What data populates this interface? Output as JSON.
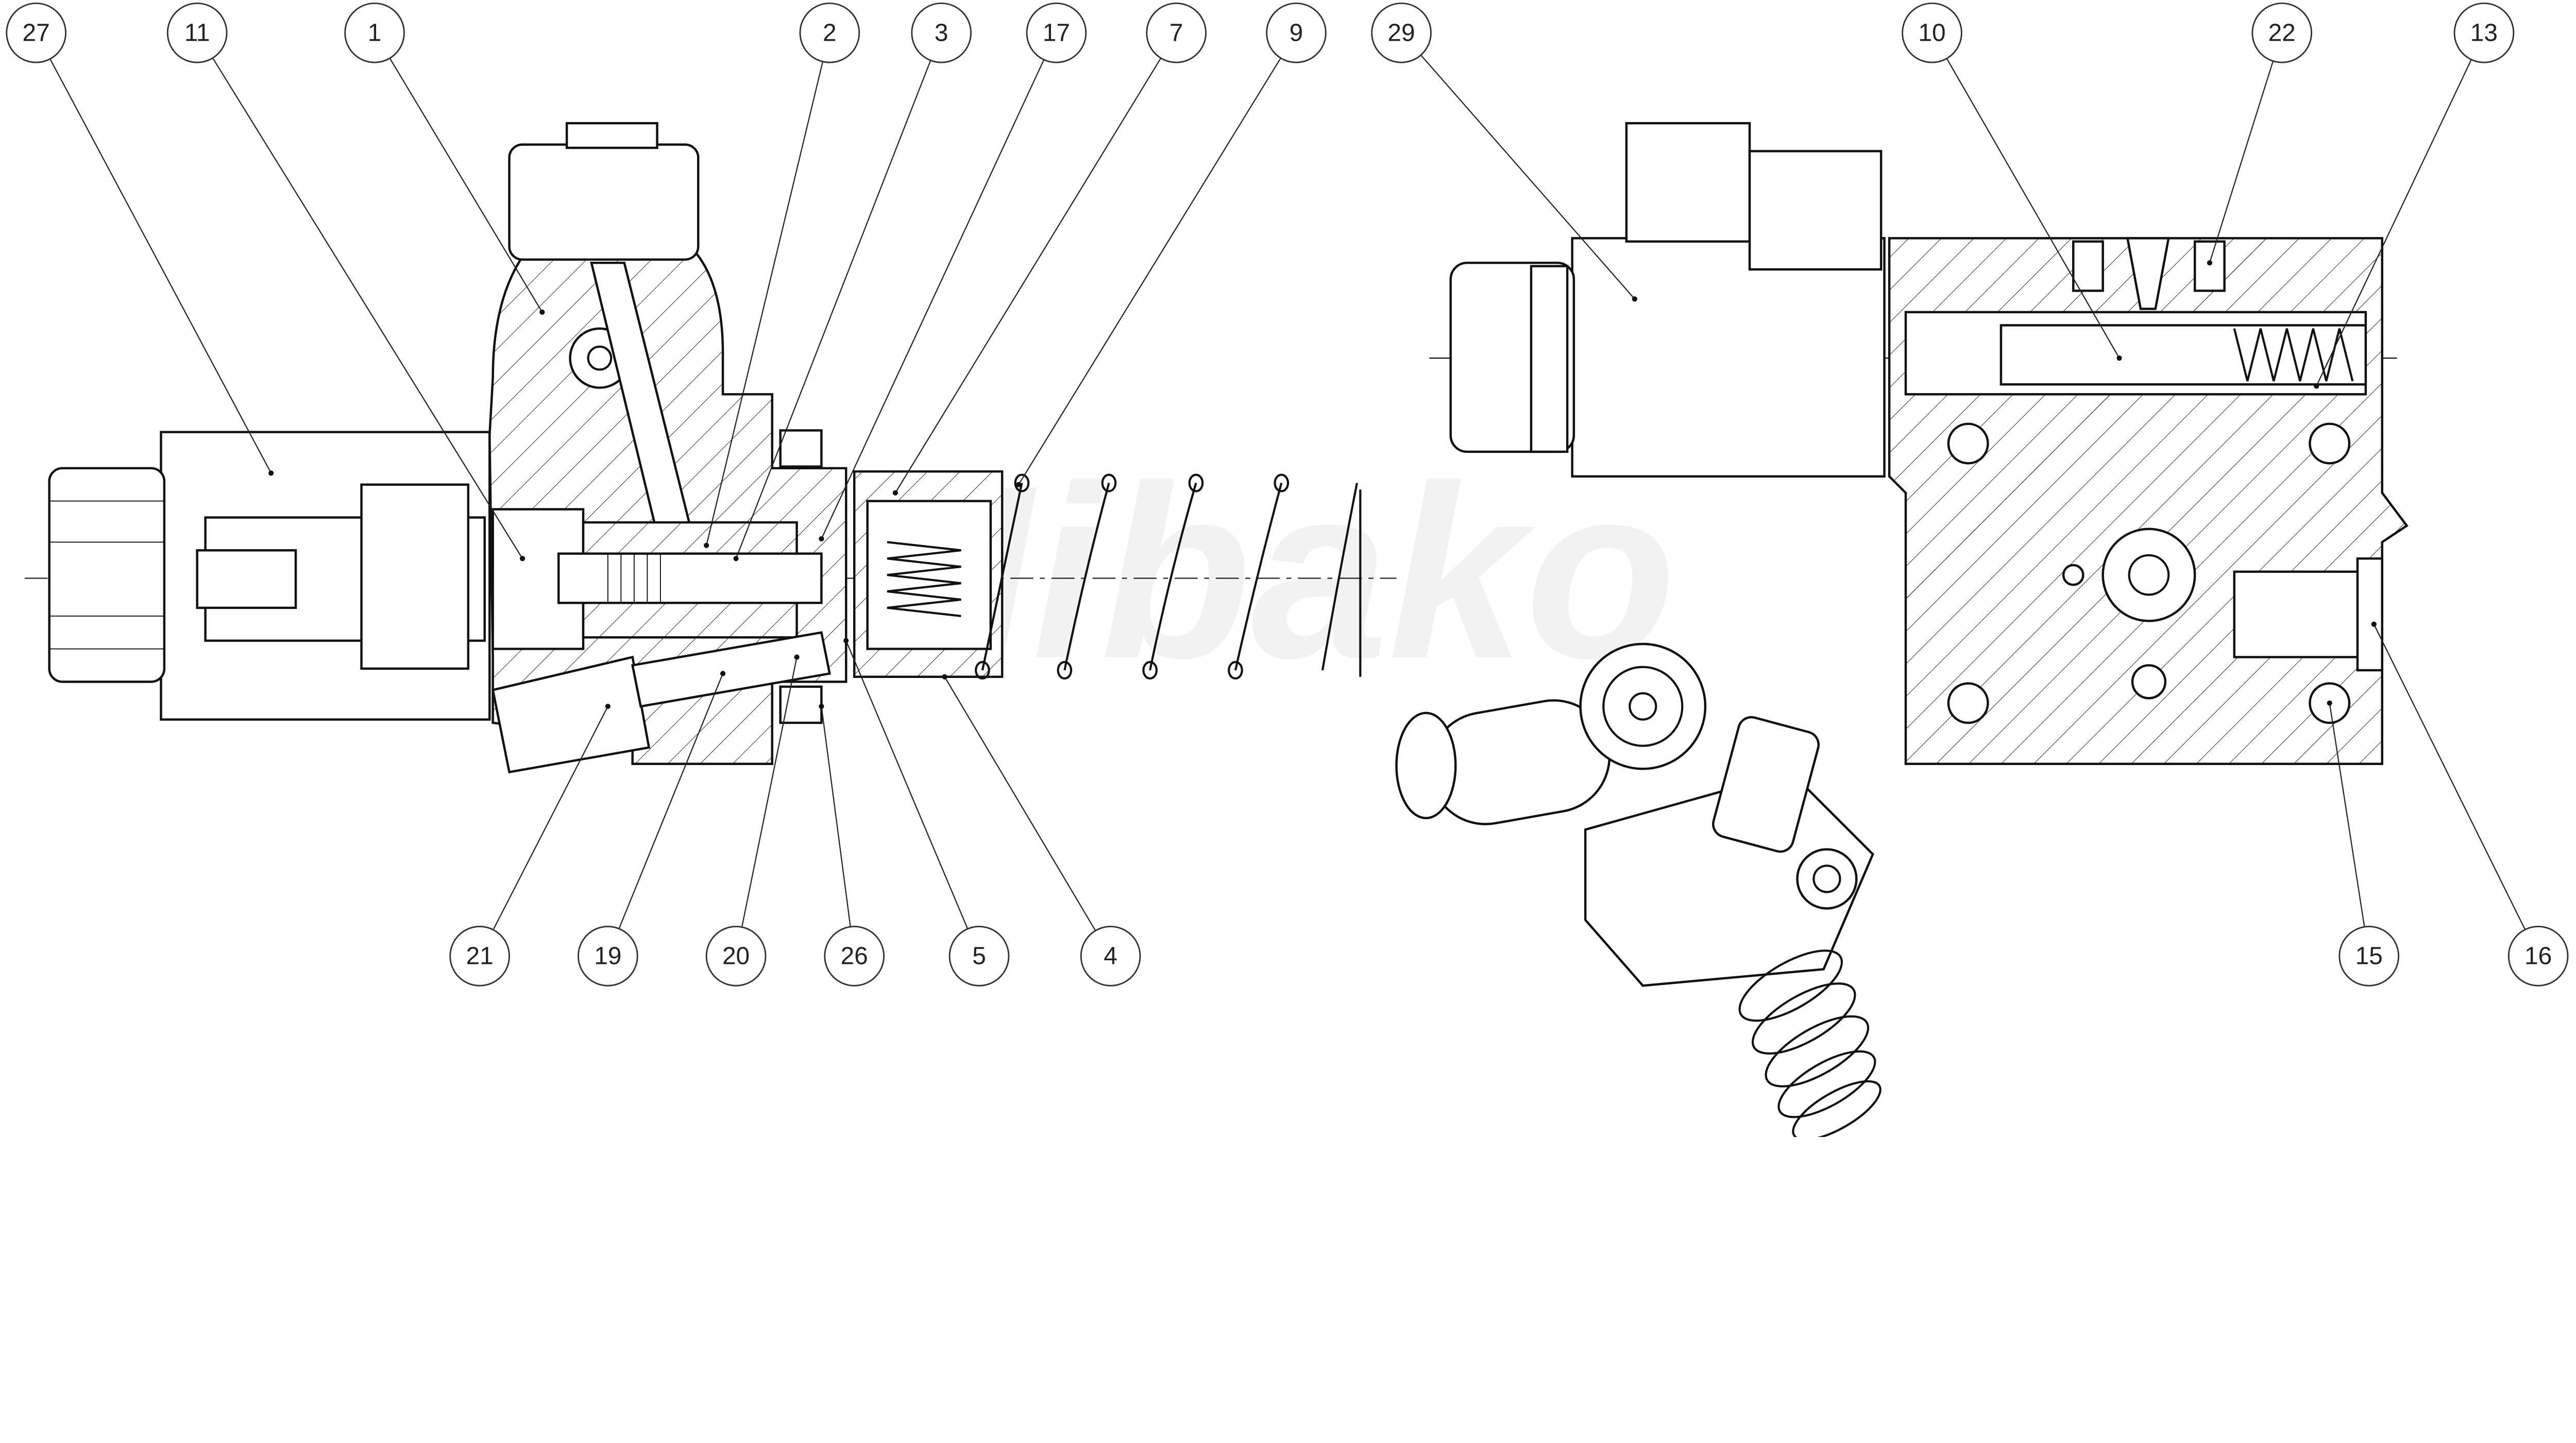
{
  "watermark": "Hibako",
  "balloons": [
    "27",
    "11",
    "1",
    "2",
    "3",
    "17",
    "7",
    "9",
    "29",
    "10",
    "22",
    "13",
    "21",
    "19",
    "20",
    "26",
    "5",
    "4",
    "15",
    "16"
  ],
  "colors": {
    "line": "#111111",
    "background": "#ffffff",
    "watermark": "#eeeeee"
  }
}
